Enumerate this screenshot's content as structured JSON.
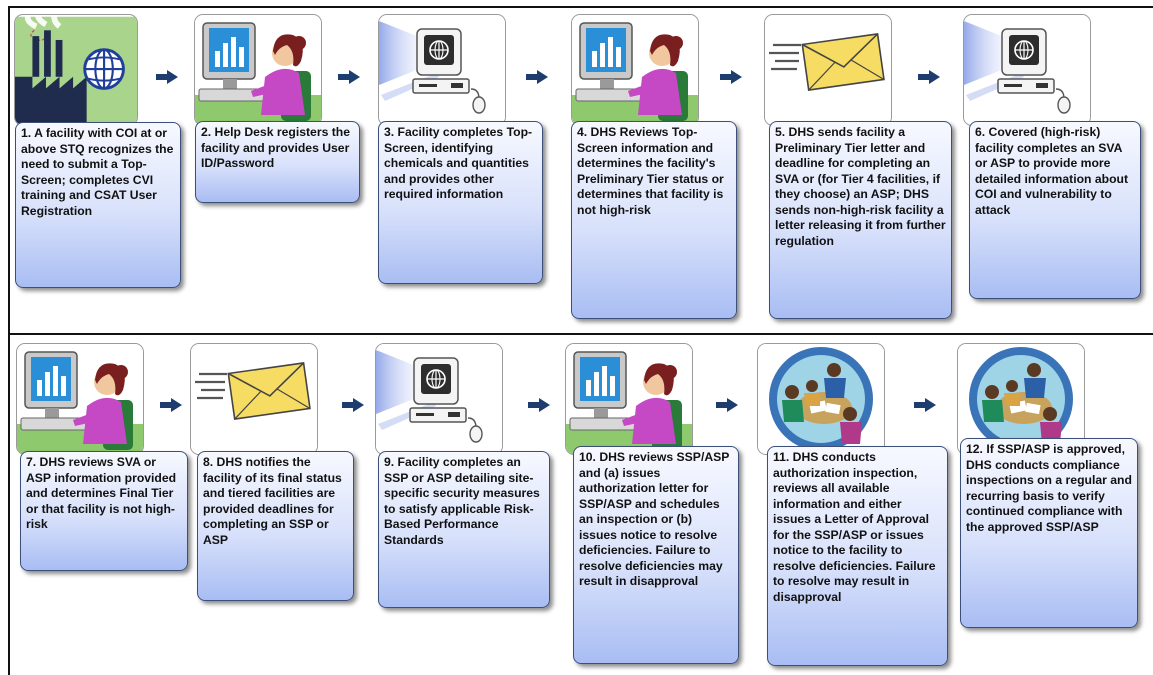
{
  "colors": {
    "box_top": "#f7f9ff",
    "box_bottom": "#a9bdf3",
    "box_border": "#3c4f78",
    "arrow": "#1d3d6e"
  },
  "steps": [
    {
      "text": "1. A facility with COI at or above STQ recognizes the need to submit a Top-Screen; completes CVI training and CSAT User Registration",
      "icon": "factory-globe-icon"
    },
    {
      "text": "2. Help Desk registers the facility and provides User ID/Password",
      "icon": "woman-computer-icon"
    },
    {
      "text": "3. Facility completes Top-Screen, identifying chemicals and quantities and provides other required information",
      "icon": "computer-icon"
    },
    {
      "text": "4. DHS Reviews Top-Screen information and determines the facility's Preliminary Tier status or determines that facility is not high-risk",
      "icon": "woman-computer-icon"
    },
    {
      "text": "5. DHS sends facility a Preliminary Tier letter and deadline for completing an SVA or (for Tier 4 facilities, if they choose) an ASP; DHS sends non-high-risk facility a letter releasing it from further regulation",
      "icon": "envelope-icon"
    },
    {
      "text": "6. Covered (high-risk) facility completes an SVA or ASP to provide more detailed information about COI and vulnerability to attack",
      "icon": "computer-icon"
    },
    {
      "text": "7. DHS reviews SVA or ASP information provided and determines Final Tier or that facility is not high-risk",
      "icon": "woman-computer-icon"
    },
    {
      "text": "8. DHS notifies the facility of its final status and tiered facilities are provided deadlines for completing an SSP or ASP",
      "icon": "envelope-icon"
    },
    {
      "text": "9. Facility completes an SSP or ASP detailing site-specific security measures to satisfy applicable Risk-Based Performance Standards",
      "icon": "computer-icon"
    },
    {
      "text": "10. DHS reviews SSP/ASP and (a) issues authorization letter for SSP/ASP and schedules an inspection or (b) issues notice to resolve deficiencies. Failure to resolve deficiencies may result in disapproval",
      "icon": "woman-computer-icon"
    },
    {
      "text": "11. DHS conducts authorization inspection, reviews all available information and either issues a Letter of Approval for the SSP/ASP or issues notice to the facility to resolve deficiencies. Failure to resolve may result in disapproval",
      "icon": "team-meeting-icon"
    },
    {
      "text": "12. If SSP/ASP is approved, DHS conducts compliance inspections on a regular and recurring basis to verify continued compliance with the approved SSP/ASP",
      "icon": "team-meeting-icon"
    }
  ]
}
